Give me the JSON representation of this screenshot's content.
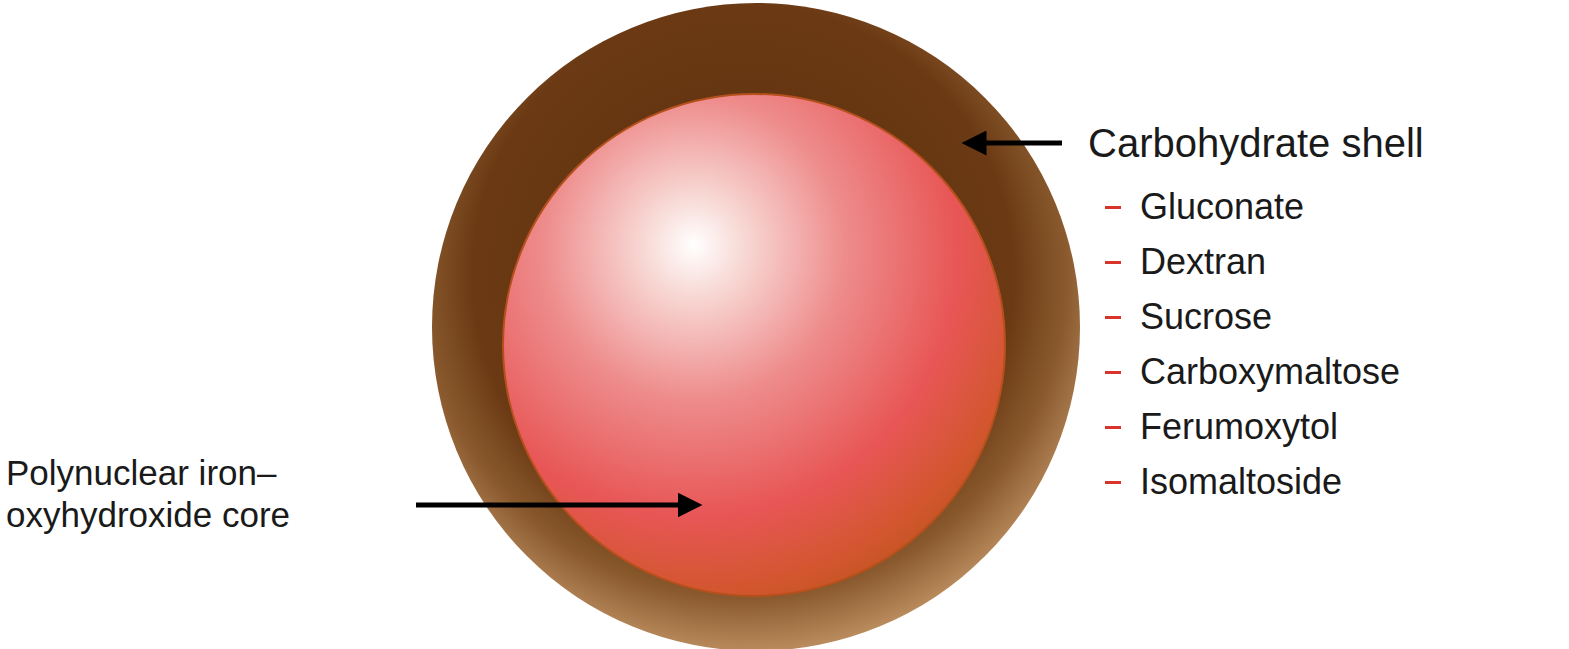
{
  "diagram": {
    "labels": [
      "Carbohydrate shell",
      "Gluconate",
      "Dextran",
      "Sucrose",
      "Carboxymaltose",
      "Ferumoxytol",
      "Isomaltoside",
      "Polynuclear iron– oxyhydroxide core"
    ]
  }
}
